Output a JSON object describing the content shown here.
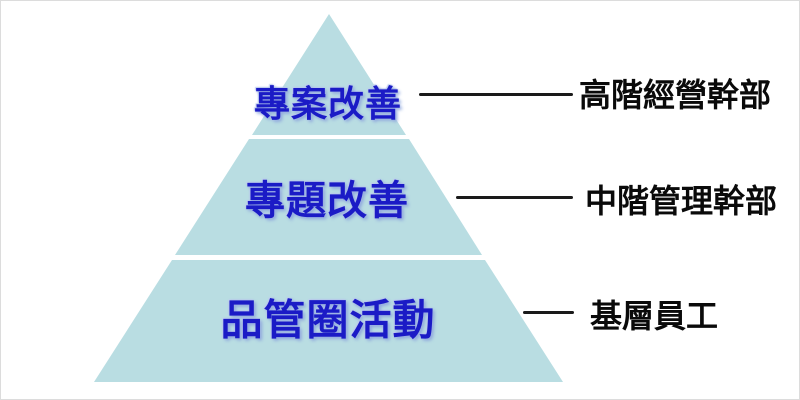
{
  "diagram": {
    "type": "pyramid",
    "tiers": [
      {
        "label": "專案改善",
        "audience": "高階經營幹部"
      },
      {
        "label": "專題改善",
        "audience": "中階管理幹部"
      },
      {
        "label": "品管圈活動",
        "audience": "基層員工"
      }
    ]
  },
  "colors": {
    "pyramid_fill": "#b9dde2",
    "tier_text": "#1b1bc6",
    "audience_text": "#0a0a0a",
    "connector_line": "#1a1a1a",
    "frame_border": "#dcdcdc",
    "background": "#ffffff"
  }
}
